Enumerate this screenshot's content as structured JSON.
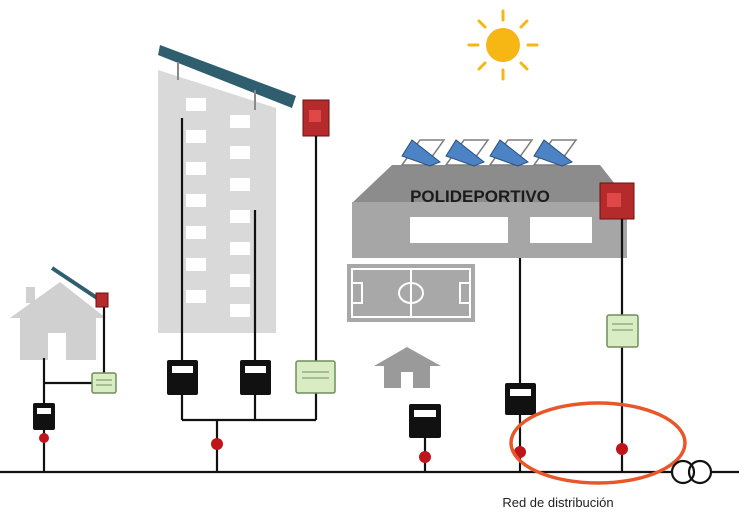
{
  "diagram": {
    "polideportivo_label": "POLIDEPORTIVO",
    "network_label": "Red de distribución"
  },
  "icons": [
    "sun-icon",
    "house-icon",
    "tower-block",
    "sports-hall",
    "small-house-icon",
    "solar-panel",
    "inverter-icon",
    "consumption-meter-icon",
    "generation-meter-icon",
    "transformer-icon"
  ],
  "colors": {
    "wire": "#111111",
    "node": "#c0141b",
    "highlight_ellipse": "#e8572a",
    "solar_panel": "#4c83c4",
    "building": "#d9d9d9",
    "sun": "#f6b613",
    "generation_meter": "#d9ecc4"
  }
}
